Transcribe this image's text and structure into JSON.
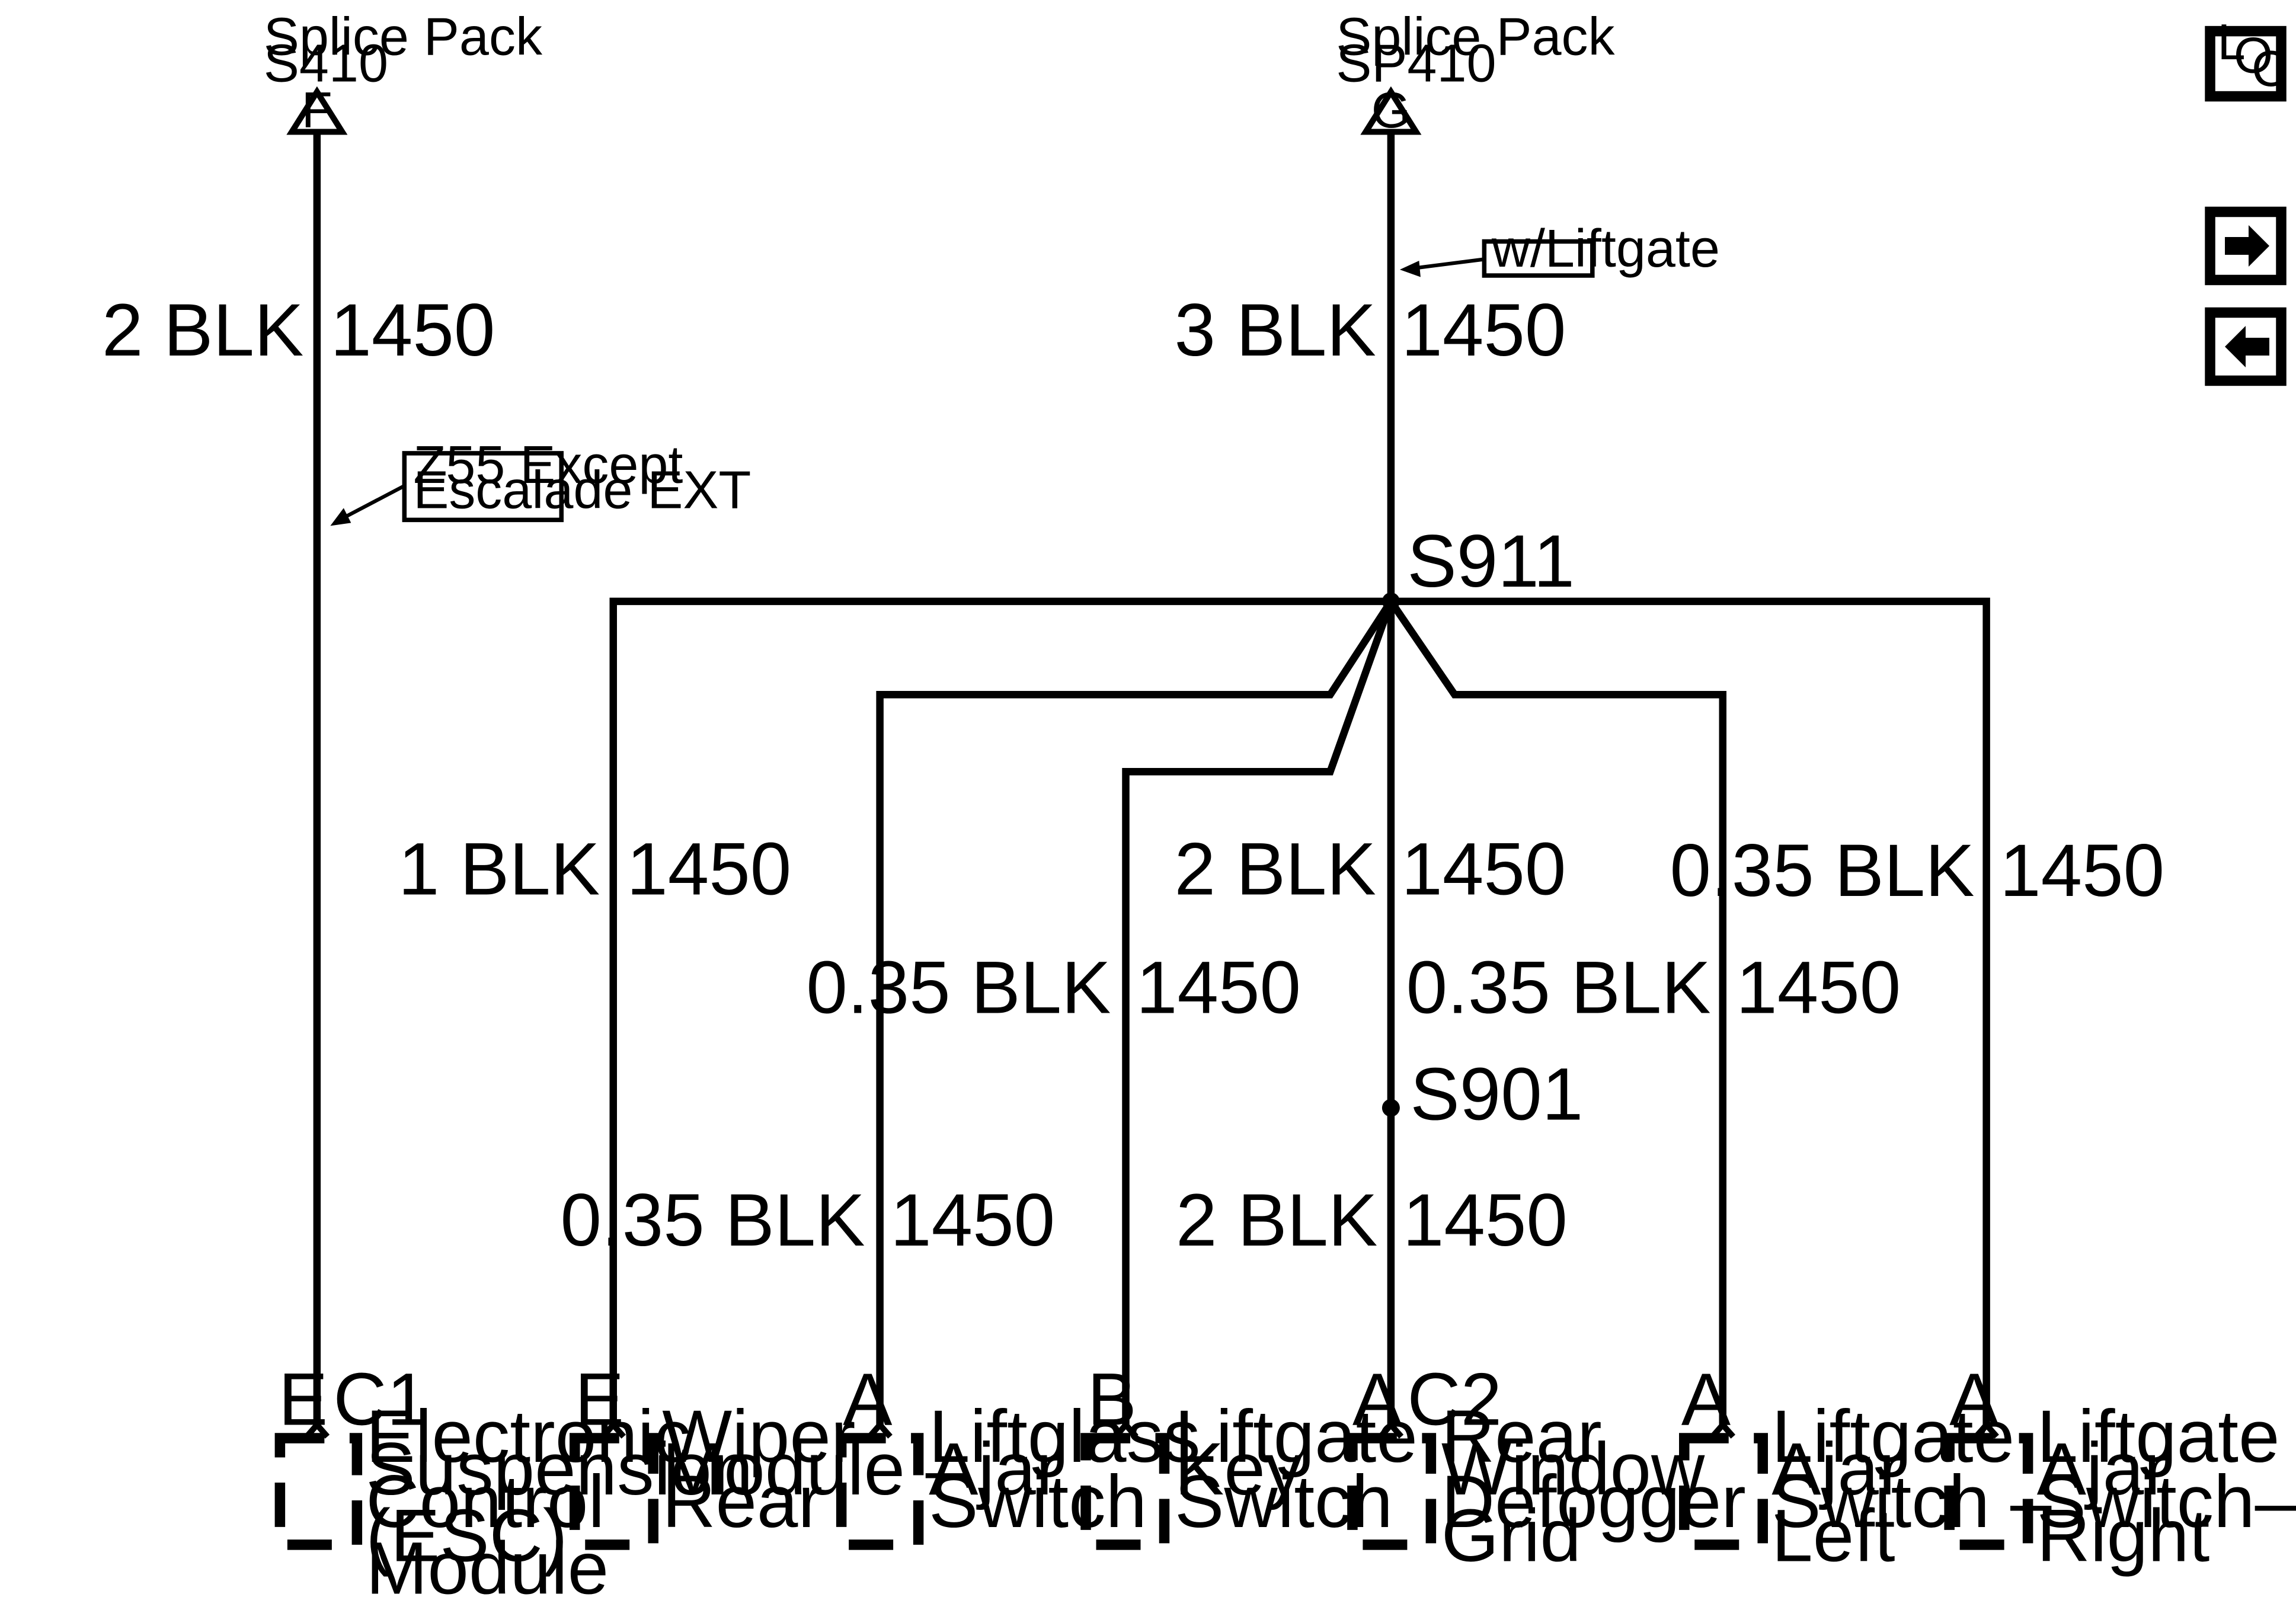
{
  "splice_packs": [
    {
      "title": "Splice Pack",
      "id": "S410",
      "terminal": "F"
    },
    {
      "title": "Splice Pack",
      "id": "SP410",
      "terminal": "G"
    }
  ],
  "option_notes": {
    "liftgate": "w/Liftgate",
    "z55_line1": "Z55 Except",
    "z55_line2": "Escalade EXT"
  },
  "splices": {
    "s911": "S911",
    "s901": "S901"
  },
  "wires": {
    "esc": {
      "size": "2 BLK",
      "circuit": "1450"
    },
    "main": {
      "size": "3 BLK",
      "circuit": "1450"
    },
    "wiper": {
      "size": "1 BLK",
      "circuit": "1450"
    },
    "liftglass": {
      "size": "0.35 BLK",
      "circuit": "1450"
    },
    "keyswitch": {
      "size": "0.35 BLK",
      "circuit": "1450"
    },
    "defog_upper": {
      "size": "2 BLK",
      "circuit": "1450"
    },
    "defog_lower": {
      "size": "2 BLK",
      "circuit": "1450"
    },
    "ajar_left": {
      "size": "0.35 BLK",
      "circuit": "1450"
    },
    "ajar_right": {
      "size": "0.35 BLK",
      "circuit": "1450"
    }
  },
  "components": [
    {
      "pin": "E",
      "connector": "C1",
      "lines": [
        "Electronic",
        "Suspension",
        "Control",
        "(ESC)",
        "Module"
      ]
    },
    {
      "pin": "E",
      "connector": "",
      "lines": [
        "Wiper",
        "Module –",
        "Rear"
      ]
    },
    {
      "pin": "A",
      "connector": "",
      "lines": [
        "Liftglass",
        "Ajar",
        "Switch"
      ]
    },
    {
      "pin": "B",
      "connector": "",
      "lines": [
        "Liftgate",
        "Key",
        "Switch"
      ]
    },
    {
      "pin": "A",
      "connector": "C2",
      "lines": [
        "Rear",
        "Window",
        "Defogger",
        "Grid"
      ]
    },
    {
      "pin": "A",
      "connector": "",
      "lines": [
        "Liftgate",
        "Ajar",
        "Switch –",
        "Left"
      ]
    },
    {
      "pin": "A",
      "connector": "",
      "lines": [
        "Liftgate",
        "Ajar",
        "Switch–",
        "Right"
      ]
    }
  ],
  "nav": {
    "loc_letters": [
      "L",
      "O",
      "C"
    ],
    "next_icon": "arrow-right-icon",
    "prev_icon": "arrow-left-icon"
  }
}
